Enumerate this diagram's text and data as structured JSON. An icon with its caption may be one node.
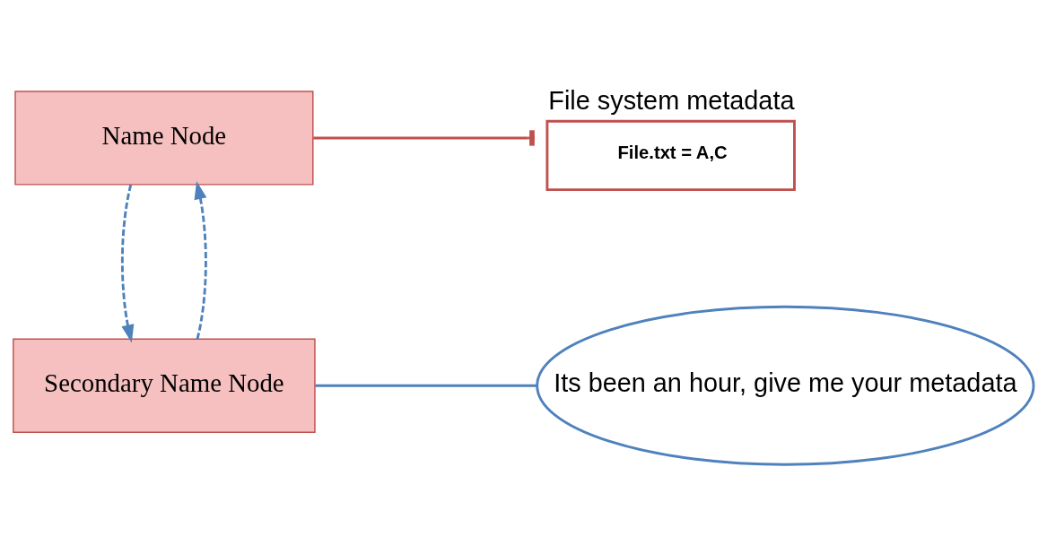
{
  "diagram": {
    "nodes": [
      {
        "text": [
          "Name Node"
        ]
      },
      {
        "text": [
          "Secondary Name Node"
        ]
      },
      {
        "text": [
          "File system metadata",
          "File.txt = A,C"
        ]
      },
      {
        "text": [
          "Its been an hour, give me your metadata"
        ]
      }
    ],
    "edges": [
      {
        "from": 1,
        "to": 0,
        "arrow": "to",
        "style": "dashed",
        "color": "#4f81bd"
      },
      {
        "from": 0,
        "to": 1,
        "arrow": "to",
        "style": "dashed",
        "color": "#4f81bd"
      },
      {
        "from": 0,
        "to": 2,
        "arrow": "other",
        "color": "#c0504d"
      },
      {
        "from": 1,
        "to": 3,
        "arrow": "none",
        "color": "#4f81bd"
      }
    ]
  }
}
